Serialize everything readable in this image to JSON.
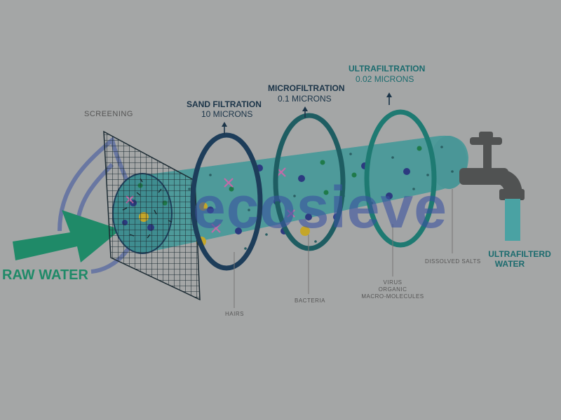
{
  "labels": {
    "screening": "SCREENING",
    "sand_title": "SAND FILTRATION",
    "sand_size": "10 MICRONS",
    "micro_title": "MICROFILTRATION",
    "micro_size": "0.1 MICRONS",
    "ultra_title": "ULTRAFILTRATION",
    "ultra_size": "0.02 MICRONS",
    "raw_water": "RAW WATER",
    "output_line1": "ULTRAFILTERD",
    "output_line2": "WATER",
    "hairs": "HAIRS",
    "bacteria": "BACTERIA",
    "virus_line1": "VIRUS",
    "virus_line2": "ORGANIC",
    "virus_line3": "MACRO-MOLECULES",
    "dissolved_salts": "DISSOLVED SALTS",
    "watermark": "ecosieve"
  },
  "colors": {
    "background": "#a4a6a6",
    "tube": "#4e9a9a",
    "tube_face": "#3f8d90",
    "water_green": "#1f8a68",
    "ring_sand": "#1d3d5a",
    "ring_micro": "#1e5d62",
    "ring_ultra": "#1e7a72",
    "title_dark": "#1b3448",
    "title_teal": "#1b6b6e",
    "watermark": "#3a52a0",
    "tap": "#505252",
    "output_water": "#4aa2a3",
    "muted_text": "#555555"
  }
}
